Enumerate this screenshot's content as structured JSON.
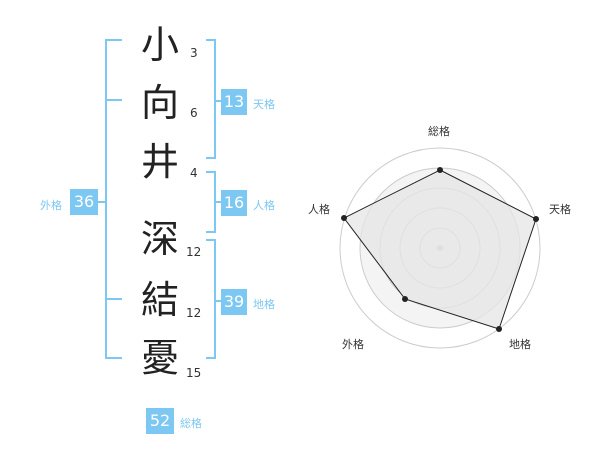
{
  "name": {
    "chars": [
      {
        "char": "小",
        "strokes": "3"
      },
      {
        "char": "向",
        "strokes": "6"
      },
      {
        "char": "井",
        "strokes": "4"
      },
      {
        "char": "深",
        "strokes": "12"
      },
      {
        "char": "結",
        "strokes": "12"
      },
      {
        "char": "憂",
        "strokes": "15"
      }
    ]
  },
  "scores": {
    "tenkaku": {
      "value": "13",
      "label": "天格"
    },
    "jinkaku": {
      "value": "16",
      "label": "人格"
    },
    "chikaku": {
      "value": "39",
      "label": "地格"
    },
    "gaikaku": {
      "value": "36",
      "label": "外格"
    },
    "soukaku": {
      "value": "52",
      "label": "総格"
    }
  },
  "radar": {
    "labels": {
      "top": "総格",
      "right": "天格",
      "bottom_right": "地格",
      "bottom_left": "外格",
      "left": "人格"
    },
    "colors": {
      "fill": "#efefef",
      "line": "#222222",
      "ring": "#cccccc",
      "accent": "#7cc8f2"
    }
  }
}
